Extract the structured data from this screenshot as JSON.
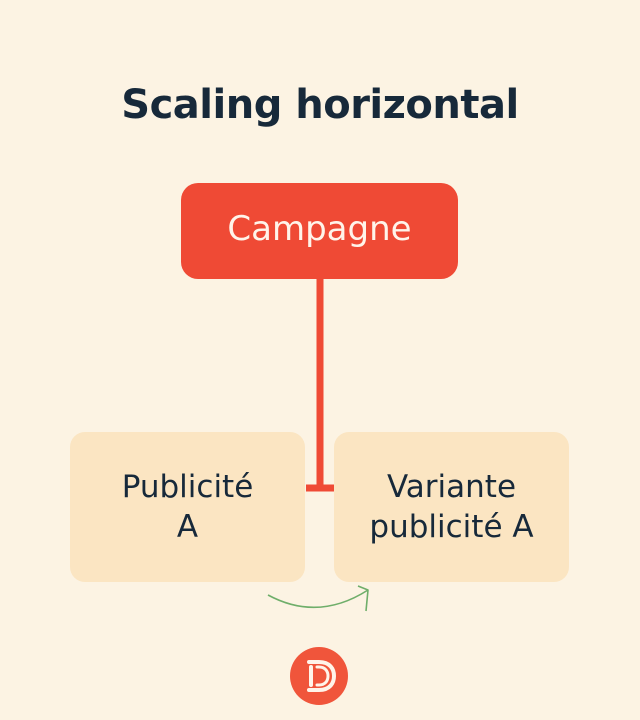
{
  "diagram": {
    "title": "Scaling horizontal",
    "root": {
      "label": "Campagne"
    },
    "children": [
      {
        "label": "Publicité\nA"
      },
      {
        "label": "Variante\npublicité A"
      }
    ]
  },
  "colors": {
    "background": "#fcf3e3",
    "title": "#17293a",
    "root_fill": "#ef4a35",
    "root_text": "#fff4ea",
    "child_fill": "#fbe5c2",
    "connector": "#ef4a35",
    "arrow": "#6fae6a",
    "logo": "#f0553b"
  },
  "icons": {
    "logo": "brand-d-logo-icon",
    "arrow": "curved-arrow-icon"
  }
}
